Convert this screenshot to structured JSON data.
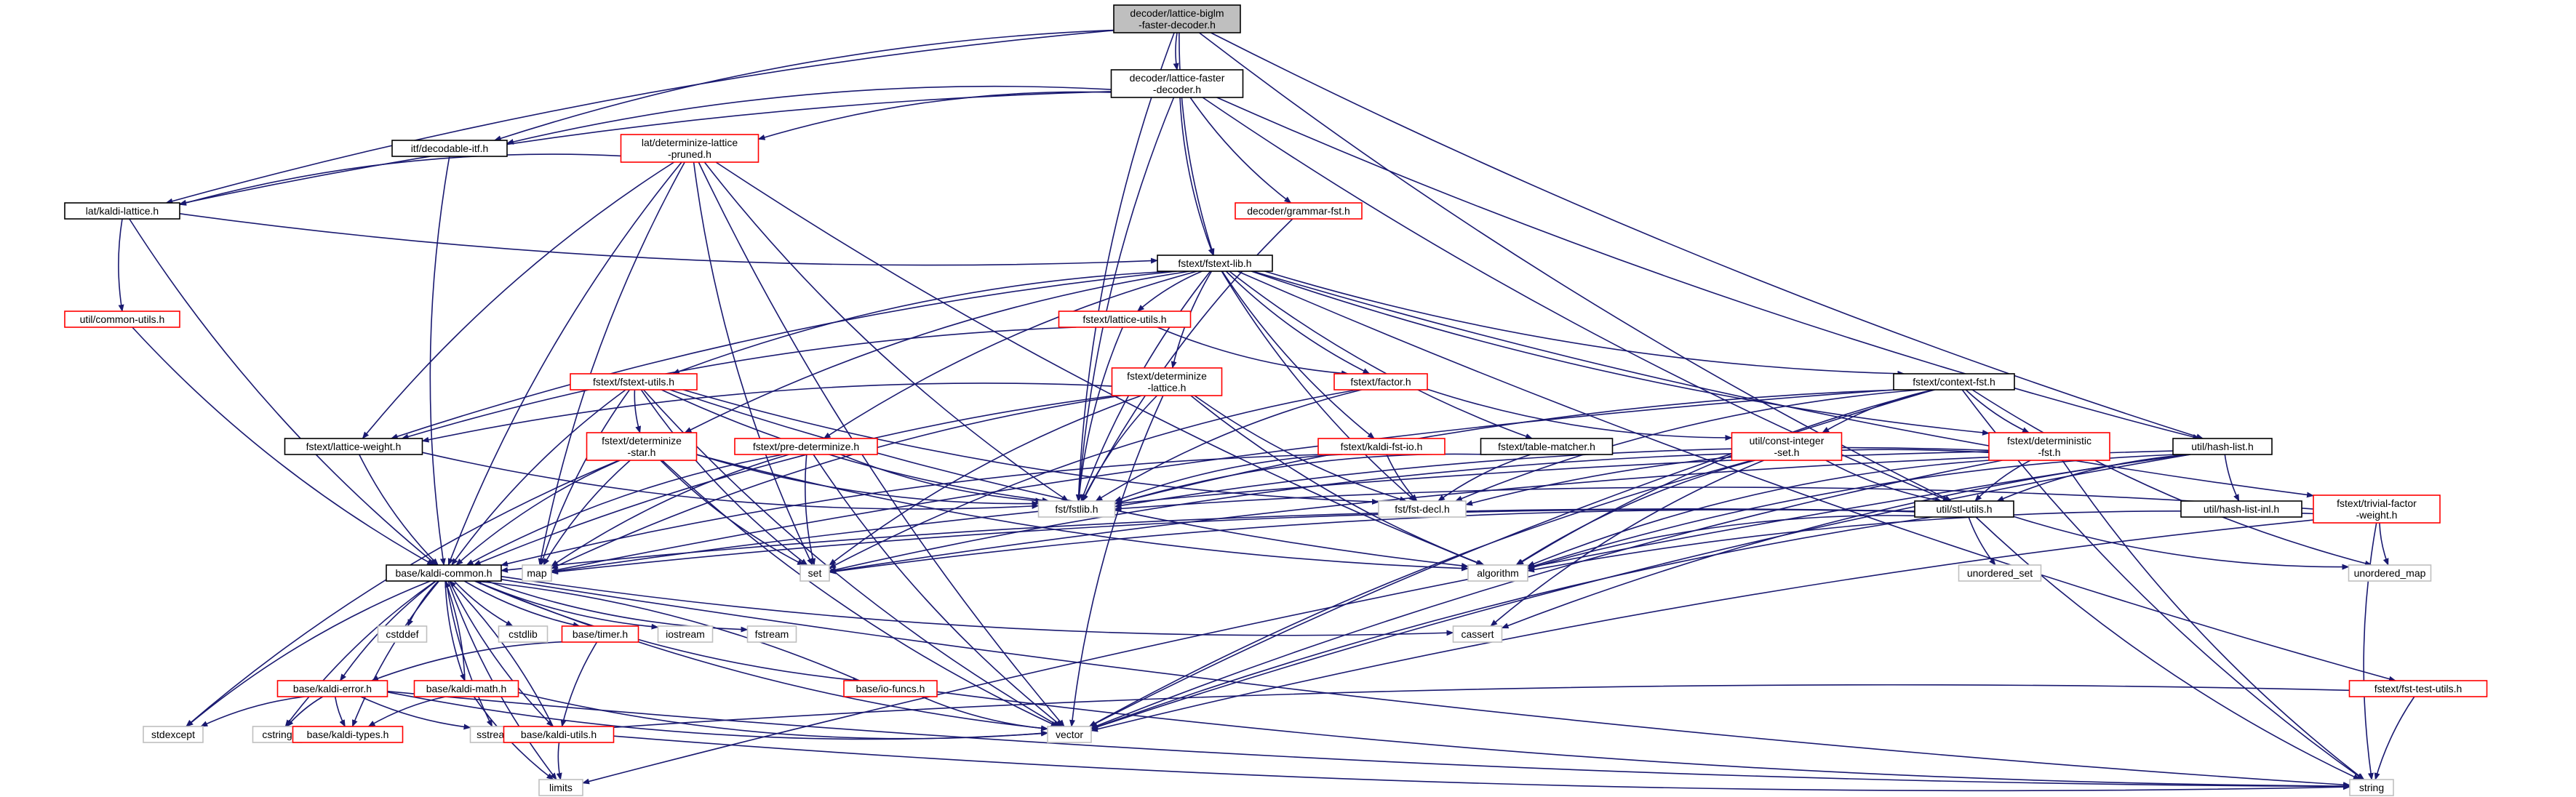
{
  "colors": {
    "edge": "#191970",
    "root_fill": "#bfbfbf",
    "root_border": "#000000",
    "normal_border": "#000000",
    "truncated_border": "#ff0000",
    "external_border": "#bfbfbf",
    "text": "#000000"
  },
  "nodes": [
    {
      "id": "root",
      "lines": [
        "decoder/lattice-biglm",
        "-faster-decoder.h"
      ],
      "kind": "root"
    },
    {
      "id": "lfd",
      "lines": [
        "decoder/lattice-faster",
        "-decoder.h"
      ],
      "kind": "normal"
    },
    {
      "id": "itf",
      "lines": [
        "itf/decodable-itf.h"
      ],
      "kind": "normal"
    },
    {
      "id": "ldlp",
      "lines": [
        "lat/determinize-lattice",
        "-pruned.h"
      ],
      "kind": "truncated"
    },
    {
      "id": "lkl",
      "lines": [
        "lat/kaldi-lattice.h"
      ],
      "kind": "normal"
    },
    {
      "id": "grammar",
      "lines": [
        "decoder/grammar-fst.h"
      ],
      "kind": "truncated"
    },
    {
      "id": "fstextlib",
      "lines": [
        "fstext/fstext-lib.h"
      ],
      "kind": "normal"
    },
    {
      "id": "ucommon",
      "lines": [
        "util/common-utils.h"
      ],
      "kind": "truncated"
    },
    {
      "id": "flu",
      "lines": [
        "fstext/lattice-utils.h"
      ],
      "kind": "truncated"
    },
    {
      "id": "ffu",
      "lines": [
        "fstext/fstext-utils.h"
      ],
      "kind": "truncated"
    },
    {
      "id": "fdl",
      "lines": [
        "fstext/determinize",
        "-lattice.h"
      ],
      "kind": "truncated"
    },
    {
      "id": "ffactor",
      "lines": [
        "fstext/factor.h"
      ],
      "kind": "truncated"
    },
    {
      "id": "fcf",
      "lines": [
        "fstext/context-fst.h"
      ],
      "kind": "normal"
    },
    {
      "id": "flw",
      "lines": [
        "fstext/lattice-weight.h"
      ],
      "kind": "normal"
    },
    {
      "id": "fds",
      "lines": [
        "fstext/determinize",
        "-star.h"
      ],
      "kind": "truncated"
    },
    {
      "id": "fpd",
      "lines": [
        "fstext/pre-determinize.h"
      ],
      "kind": "truncated"
    },
    {
      "id": "fkfio",
      "lines": [
        "fstext/kaldi-fst-io.h"
      ],
      "kind": "truncated"
    },
    {
      "id": "ftm",
      "lines": [
        "fstext/table-matcher.h"
      ],
      "kind": "normal"
    },
    {
      "id": "uci",
      "lines": [
        "util/const-integer",
        "-set.h"
      ],
      "kind": "truncated"
    },
    {
      "id": "fdet",
      "lines": [
        "fstext/deterministic",
        "-fst.h"
      ],
      "kind": "truncated"
    },
    {
      "id": "uhl",
      "lines": [
        "util/hash-list.h"
      ],
      "kind": "normal"
    },
    {
      "id": "uhli",
      "lines": [
        "util/hash-list-inl.h"
      ],
      "kind": "normal"
    },
    {
      "id": "ftfw",
      "lines": [
        "fstext/trivial-factor",
        "-weight.h"
      ],
      "kind": "truncated"
    },
    {
      "id": "fstlib",
      "lines": [
        "fst/fstlib.h"
      ],
      "kind": "external"
    },
    {
      "id": "fstdecl",
      "lines": [
        "fst/fst-decl.h"
      ],
      "kind": "external"
    },
    {
      "id": "usu",
      "lines": [
        "util/stl-utils.h"
      ],
      "kind": "normal"
    },
    {
      "id": "bkc",
      "lines": [
        "base/kaldi-common.h"
      ],
      "kind": "normal"
    },
    {
      "id": "map",
      "lines": [
        "map"
      ],
      "kind": "external"
    },
    {
      "id": "set",
      "lines": [
        "set"
      ],
      "kind": "external"
    },
    {
      "id": "algorithm",
      "lines": [
        "algorithm"
      ],
      "kind": "external"
    },
    {
      "id": "uset",
      "lines": [
        "unordered_set"
      ],
      "kind": "external"
    },
    {
      "id": "umap",
      "lines": [
        "unordered_map"
      ],
      "kind": "external"
    },
    {
      "id": "cassert",
      "lines": [
        "cassert"
      ],
      "kind": "external"
    },
    {
      "id": "cstddef",
      "lines": [
        "cstddef"
      ],
      "kind": "external"
    },
    {
      "id": "cstdlib",
      "lines": [
        "cstdlib"
      ],
      "kind": "external"
    },
    {
      "id": "btimer",
      "lines": [
        "base/timer.h"
      ],
      "kind": "truncated"
    },
    {
      "id": "iostream",
      "lines": [
        "iostream"
      ],
      "kind": "external"
    },
    {
      "id": "fstream",
      "lines": [
        "fstream"
      ],
      "kind": "external"
    },
    {
      "id": "bke",
      "lines": [
        "base/kaldi-error.h"
      ],
      "kind": "truncated"
    },
    {
      "id": "bkm",
      "lines": [
        "base/kaldi-math.h"
      ],
      "kind": "truncated"
    },
    {
      "id": "bif",
      "lines": [
        "base/io-funcs.h"
      ],
      "kind": "truncated"
    },
    {
      "id": "fftu",
      "lines": [
        "fstext/fst-test-utils.h"
      ],
      "kind": "truncated"
    },
    {
      "id": "stdexcept",
      "lines": [
        "stdexcept"
      ],
      "kind": "external"
    },
    {
      "id": "cstring",
      "lines": [
        "cstring"
      ],
      "kind": "external"
    },
    {
      "id": "bkt",
      "lines": [
        "base/kaldi-types.h"
      ],
      "kind": "truncated"
    },
    {
      "id": "sstream",
      "lines": [
        "sstream"
      ],
      "kind": "external"
    },
    {
      "id": "bku",
      "lines": [
        "base/kaldi-utils.h"
      ],
      "kind": "truncated"
    },
    {
      "id": "vector",
      "lines": [
        "vector"
      ],
      "kind": "external"
    },
    {
      "id": "limits",
      "lines": [
        "limits"
      ],
      "kind": "external"
    },
    {
      "id": "string",
      "lines": [
        "string"
      ],
      "kind": "external"
    }
  ],
  "edges": [
    [
      "root",
      "lfd"
    ],
    [
      "root",
      "itf"
    ],
    [
      "root",
      "lkl"
    ],
    [
      "root",
      "fstextlib"
    ],
    [
      "root",
      "fstlib"
    ],
    [
      "root",
      "usu"
    ],
    [
      "root",
      "uhl"
    ],
    [
      "lfd",
      "itf"
    ],
    [
      "lfd",
      "ldlp"
    ],
    [
      "lfd",
      "lkl"
    ],
    [
      "lfd",
      "grammar"
    ],
    [
      "lfd",
      "fstextlib"
    ],
    [
      "lfd",
      "fstlib"
    ],
    [
      "lfd",
      "uhl"
    ],
    [
      "lfd",
      "usu"
    ],
    [
      "itf",
      "bkc"
    ],
    [
      "ldlp",
      "lkl"
    ],
    [
      "ldlp",
      "flw"
    ],
    [
      "ldlp",
      "fstlib"
    ],
    [
      "ldlp",
      "bkc"
    ],
    [
      "ldlp",
      "vector"
    ],
    [
      "ldlp",
      "algorithm"
    ],
    [
      "ldlp",
      "map"
    ],
    [
      "ldlp",
      "set"
    ],
    [
      "lkl",
      "fstextlib"
    ],
    [
      "lkl",
      "ucommon"
    ],
    [
      "lkl",
      "bkc"
    ],
    [
      "grammar",
      "fstlib"
    ],
    [
      "ucommon",
      "bkc"
    ],
    [
      "fstextlib",
      "flu"
    ],
    [
      "fstextlib",
      "ffu"
    ],
    [
      "fstextlib",
      "fdl"
    ],
    [
      "fstextlib",
      "ffactor"
    ],
    [
      "fstextlib",
      "fcf"
    ],
    [
      "fstextlib",
      "flw"
    ],
    [
      "fstextlib",
      "fds"
    ],
    [
      "fstextlib",
      "fpd"
    ],
    [
      "fstextlib",
      "fkfio"
    ],
    [
      "fstextlib",
      "ftm"
    ],
    [
      "fstextlib",
      "fdet"
    ],
    [
      "fstextlib",
      "ftfw"
    ],
    [
      "fstextlib",
      "fftu"
    ],
    [
      "fstextlib",
      "fstlib"
    ],
    [
      "fstextlib",
      "fstdecl"
    ],
    [
      "flu",
      "ffactor"
    ],
    [
      "flu",
      "fstlib"
    ],
    [
      "flu",
      "flw"
    ],
    [
      "ffu",
      "fds"
    ],
    [
      "ffu",
      "fstlib"
    ],
    [
      "ffu",
      "fstdecl"
    ],
    [
      "ffu",
      "bkc"
    ],
    [
      "ffu",
      "map"
    ],
    [
      "ffu",
      "set"
    ],
    [
      "ffu",
      "vector"
    ],
    [
      "ffu",
      "algorithm"
    ],
    [
      "fdl",
      "flw"
    ],
    [
      "fdl",
      "fstlib"
    ],
    [
      "fdl",
      "fstdecl"
    ],
    [
      "fdl",
      "bkc"
    ],
    [
      "fdl",
      "map"
    ],
    [
      "fdl",
      "set"
    ],
    [
      "fdl",
      "vector"
    ],
    [
      "fdl",
      "algorithm"
    ],
    [
      "ffactor",
      "fstlib"
    ],
    [
      "ffactor",
      "uci"
    ],
    [
      "ffactor",
      "set"
    ],
    [
      "fcf",
      "uci"
    ],
    [
      "fcf",
      "fdet"
    ],
    [
      "fcf",
      "fstlib"
    ],
    [
      "fcf",
      "fstdecl"
    ],
    [
      "fcf",
      "algorithm"
    ],
    [
      "fcf",
      "string"
    ],
    [
      "fcf",
      "vector"
    ],
    [
      "fcf",
      "umap"
    ],
    [
      "fcf",
      "map"
    ],
    [
      "flw",
      "fstlib"
    ],
    [
      "flw",
      "bkc"
    ],
    [
      "fds",
      "fstlib"
    ],
    [
      "fds",
      "bkc"
    ],
    [
      "fds",
      "map"
    ],
    [
      "fds",
      "set"
    ],
    [
      "fds",
      "vector"
    ],
    [
      "fds",
      "algorithm"
    ],
    [
      "fds",
      "stdexcept"
    ],
    [
      "fpd",
      "fstlib"
    ],
    [
      "fpd",
      "bkc"
    ],
    [
      "fpd",
      "map"
    ],
    [
      "fpd",
      "set"
    ],
    [
      "fpd",
      "vector"
    ],
    [
      "fkfio",
      "fstlib"
    ],
    [
      "fkfio",
      "fstdecl"
    ],
    [
      "fkfio",
      "bkc"
    ],
    [
      "ftm",
      "fstlib"
    ],
    [
      "ftm",
      "fstdecl"
    ],
    [
      "uci",
      "usu"
    ],
    [
      "uci",
      "algorithm"
    ],
    [
      "uci",
      "vector"
    ],
    [
      "uci",
      "cassert"
    ],
    [
      "uci",
      "set"
    ],
    [
      "fdet",
      "fstlib"
    ],
    [
      "fdet",
      "fstdecl"
    ],
    [
      "fdet",
      "usu"
    ],
    [
      "fdet",
      "algorithm"
    ],
    [
      "fdet",
      "string"
    ],
    [
      "fdet",
      "vector"
    ],
    [
      "fdet",
      "map"
    ],
    [
      "uhl",
      "usu"
    ],
    [
      "uhl",
      "uhli"
    ],
    [
      "uhl",
      "vector"
    ],
    [
      "uhl",
      "set"
    ],
    [
      "uhl",
      "algorithm"
    ],
    [
      "uhl",
      "limits"
    ],
    [
      "uhl",
      "cassert"
    ],
    [
      "ftfw",
      "fstlib"
    ],
    [
      "ftfw",
      "algorithm"
    ],
    [
      "ftfw",
      "umap"
    ],
    [
      "ftfw",
      "vector"
    ],
    [
      "ftfw",
      "string"
    ],
    [
      "usu",
      "bkc"
    ],
    [
      "usu",
      "map"
    ],
    [
      "usu",
      "set"
    ],
    [
      "usu",
      "algorithm"
    ],
    [
      "usu",
      "uset"
    ],
    [
      "usu",
      "umap"
    ],
    [
      "usu",
      "vector"
    ],
    [
      "usu",
      "string"
    ],
    [
      "bkc",
      "cstddef"
    ],
    [
      "bkc",
      "cstdlib"
    ],
    [
      "bkc",
      "cstring"
    ],
    [
      "bkc",
      "btimer"
    ],
    [
      "bkc",
      "iostream"
    ],
    [
      "bkc",
      "fstream"
    ],
    [
      "bkc",
      "sstream"
    ],
    [
      "bkc",
      "stdexcept"
    ],
    [
      "bkc",
      "string"
    ],
    [
      "bkc",
      "vector"
    ],
    [
      "bkc",
      "cassert"
    ],
    [
      "bkc",
      "limits"
    ],
    [
      "bkc",
      "bke"
    ],
    [
      "bkc",
      "bkm"
    ],
    [
      "bkc",
      "bif"
    ],
    [
      "bkc",
      "bku"
    ],
    [
      "bkc",
      "bkt"
    ],
    [
      "btimer",
      "bke"
    ],
    [
      "btimer",
      "bku"
    ],
    [
      "bke",
      "cstring"
    ],
    [
      "bke",
      "sstream"
    ],
    [
      "bke",
      "stdexcept"
    ],
    [
      "bke",
      "bkt"
    ],
    [
      "bke",
      "vector"
    ],
    [
      "bke",
      "string"
    ],
    [
      "bkm",
      "limits"
    ],
    [
      "bkm",
      "vector"
    ],
    [
      "bkm",
      "bkt"
    ],
    [
      "bkm",
      "bkc"
    ],
    [
      "bif",
      "vector"
    ],
    [
      "bif",
      "string"
    ],
    [
      "bif",
      "bkc"
    ],
    [
      "bku",
      "limits"
    ],
    [
      "bku",
      "string"
    ],
    [
      "bku",
      "bkc"
    ],
    [
      "fftu",
      "sstream"
    ],
    [
      "fftu",
      "string"
    ]
  ]
}
